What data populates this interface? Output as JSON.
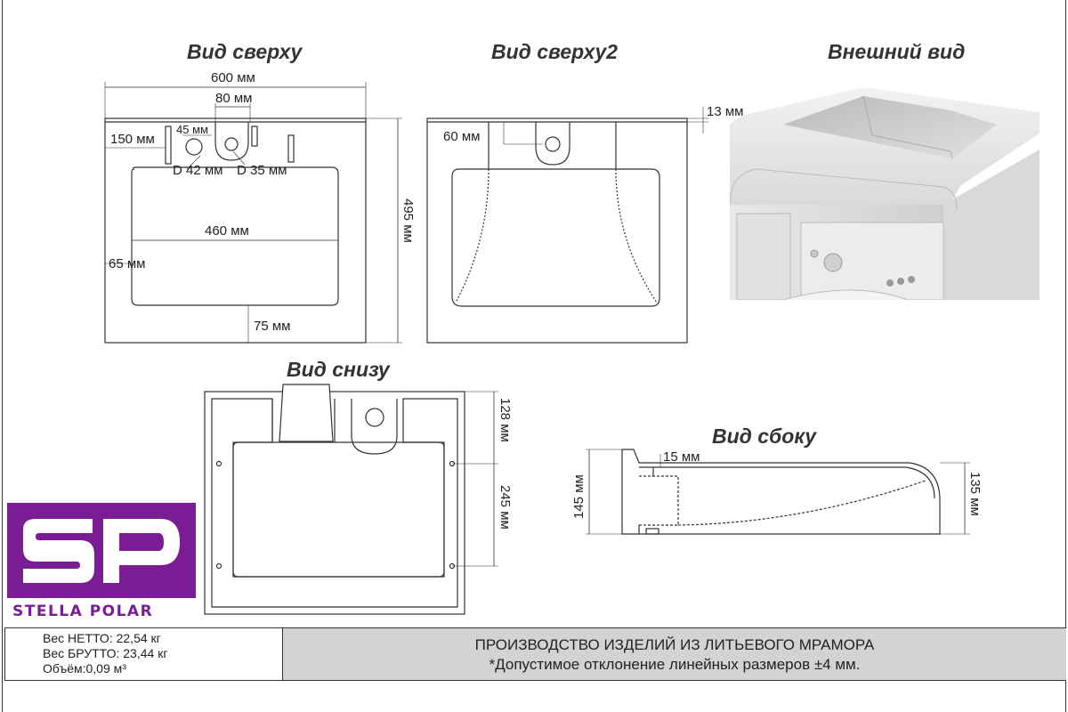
{
  "views": {
    "top": "Вид сверху",
    "top2": "Вид сверху2",
    "exterior": "Внешний вид",
    "bottom": "Вид снизу",
    "side": "Вид сбоку"
  },
  "dims": {
    "w600": "600 мм",
    "w80": "80 мм",
    "w45": "45 мм",
    "w150": "150 мм",
    "d42": "D 42 мм",
    "d35": "D 35 мм",
    "w460": "460 мм",
    "h495": "495 мм",
    "w65": "65 мм",
    "w75": "75 мм",
    "w60": "60 мм",
    "h13": "13 мм",
    "h128": "128 мм",
    "h245": "245 мм",
    "w15": "15 мм",
    "h145": "145 мм",
    "h135": "135 мм"
  },
  "logo": {
    "mark": "SP",
    "name": "STELLA POLAR",
    "color": "#7a1c94"
  },
  "specs": {
    "net": "Вес НЕТТО: 22,54 кг",
    "gross": "Вес БРУТТО: 23,44 кг",
    "volume": "Объём:0,09 м³"
  },
  "footer": {
    "line1": "ПРОИЗВОДСТВО ИЗДЕЛИЙ ИЗ ЛИТЬЕВОГО МРАМОРА",
    "line2": "*Допустимое отклонение линейных размеров ±4 мм."
  }
}
